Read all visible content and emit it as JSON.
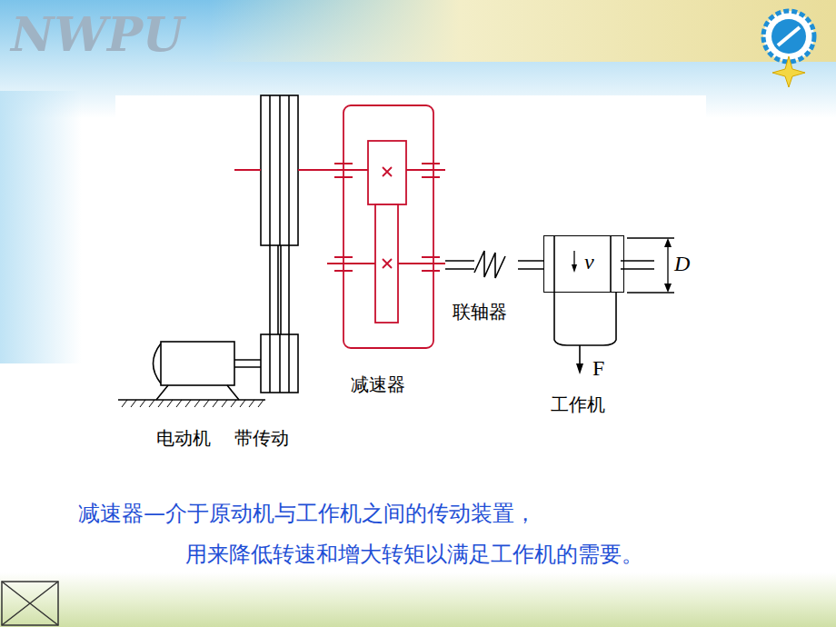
{
  "diagram": {
    "nodes": [
      {
        "text": [
          "v"
        ]
      }
    ],
    "labels": [
      "NWPU",
      "联轴器",
      "D",
      "F",
      "减速器",
      "工作机",
      "电动机",
      "带传动",
      "减速器—介于原动机与工作机之间的传动装置，",
      "用来降低转速和增大转矩以满足工作机的需要。"
    ]
  }
}
